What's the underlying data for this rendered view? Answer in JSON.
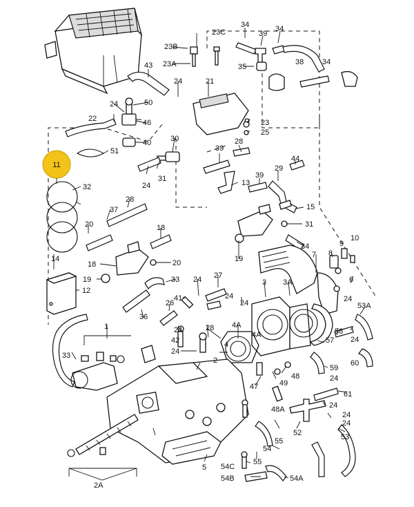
{
  "highlight": {
    "label": "11",
    "color": "#f2c318"
  },
  "callouts": [
    "34",
    "23C",
    "39",
    "34",
    "38",
    "34",
    "23B",
    "23A",
    "35",
    "43",
    "21",
    "24",
    "24",
    "50",
    "46",
    "22",
    "23",
    "25",
    "51",
    "40",
    "30",
    "39",
    "28",
    "44",
    "24",
    "31",
    "13",
    "32",
    "37",
    "28",
    "39",
    "29",
    "15",
    "20",
    "31",
    "18",
    "20",
    "14",
    "34",
    "19",
    "12",
    "19",
    "18",
    "33",
    "24",
    "27",
    "36",
    "26",
    "41",
    "24",
    "42",
    "24",
    "28",
    "24",
    "4A",
    "3",
    "3A",
    "6",
    "24",
    "53A",
    "1",
    "33",
    "2",
    "2A",
    "5",
    "7",
    "8",
    "9",
    "10",
    "24",
    "47",
    "48",
    "49",
    "4",
    "4A",
    "61",
    "48A",
    "52",
    "53",
    "55",
    "54",
    "54A",
    "54B",
    "54C",
    "55",
    "57",
    "58",
    "59",
    "60",
    "24",
    "11",
    "24",
    "24",
    "24",
    "24"
  ]
}
